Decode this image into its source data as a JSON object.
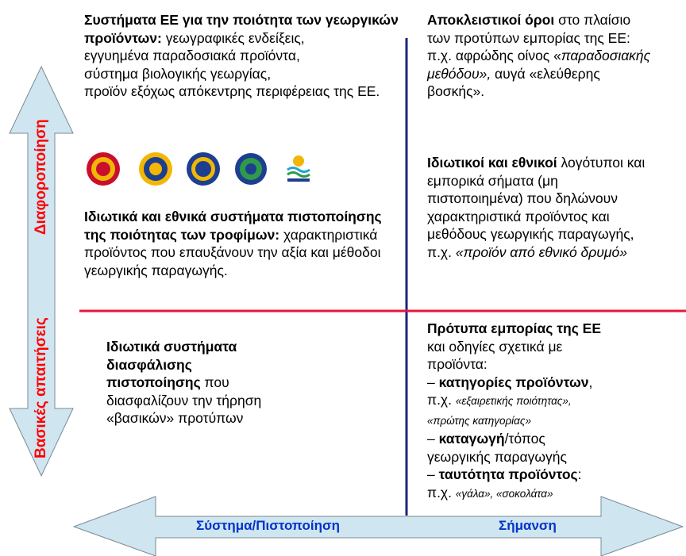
{
  "top_left": {
    "title_bold": "Συστήματα ΕΕ για την ποιότητα των γεωργικών προϊόντων:",
    "title_rest": " γεωγραφικές ενδείξεις,",
    "line2": "εγγυημένα παραδοσιακά προϊόντα,",
    "line3": "σύστημα βιολογικής γεωργίας,",
    "line4": "προϊόν εξόχως απόκεντρης περιφέρειας της ΕΕ."
  },
  "logos": [
    "pdo-seal-icon",
    "tsg-seal-icon",
    "pgi-seal-icon",
    "organic-seal-icon",
    "outermost-region-logo-icon"
  ],
  "mid_left": {
    "bold": "Ιδιωτικά και εθνικά συστήματα πιστοποίησης της ποιότητας των τροφίμων:",
    "rest": " χαρακτηριστικά προϊόντος που επαυξάνουν την αξία και μέθοδοι γεωργικής παραγωγής."
  },
  "top_right": {
    "bold": "Αποκλειστικοί όροι",
    "rest": " στο πλαίσιο των προτύπων εμπορίας της ΕΕ: π.χ. αφρώδης οίνος «",
    "italic": "παραδοσιακής μεθόδου»,",
    "end": " αυγά «ελεύθερης βοσκής»."
  },
  "mid_right": {
    "bold": "Ιδιωτικοί και εθνικοί",
    "rest": " λογότυποι και εμπορικά σήματα (μη πιστοποιημένα) που δηλώνουν χαρακτηριστικά προϊόντος και μεθόδους γεωργικής παραγωγής, π.χ. ",
    "italic": "«προϊόν από εθνικό δρυμό»"
  },
  "bottom_left": {
    "bold": "Ιδιωτικά συστήματα διασφάλισης πιστοποίησης",
    "rest": " που διασφαλίζουν την τήρηση «βασικών» προτύπων"
  },
  "bottom_right": {
    "line1_bold": "Πρότυπα εμπορίας της ΕΕ",
    "line2": "και οδηγίες σχετικά με",
    "line3": "προϊόντα:",
    "item1_dash": "–  ",
    "item1_bold": "κατηγορίες προϊόντων",
    "item1_end": ",",
    "item1_px": "π.χ. ",
    "item1_ex1": "«εξαιρετικής ποιότητας»,",
    "item1_ex2": "«πρώτης κατηγορίας»",
    "item2_dash": "– ",
    "item2_bold": "καταγωγή",
    "item2_rest": "/τόπος",
    "item2_line2": "γεωργικής παραγωγής",
    "item3_dash": "– ",
    "item3_bold": "ταυτότητα προϊόντος",
    "item3_end": ":",
    "item3_px": "π.χ. ",
    "item3_ex": "«γάλα», «σοκολάτα»"
  },
  "horizontal_arrow": {
    "left_label": "Σύστημα/Πιστοποίηση",
    "right_label": "Σήμανση"
  },
  "vertical_arrow": {
    "top_label": "Διαφοροποίηση",
    "bottom_label": "Βασικές απαιτήσεις"
  },
  "colors": {
    "arrow_fill": "#cfe5ef",
    "arrow_stroke": "#7a8a94",
    "divider_blue": "#1a237e",
    "divider_red": "#e8173d",
    "label_blue": "#0033cc",
    "label_red": "#ff0000"
  }
}
